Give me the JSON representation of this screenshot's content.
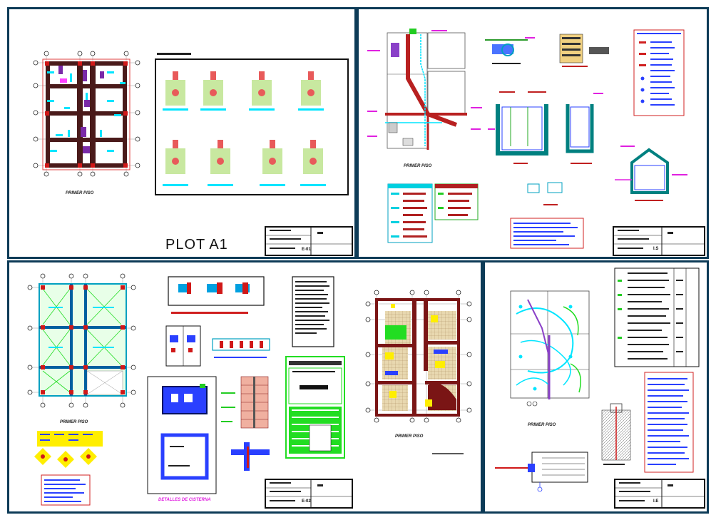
{
  "plot_label": "PLOT A1",
  "sheets": [
    {
      "id": "structural",
      "plan_label": "PRIMER PISO",
      "sheet_code": "E-01"
    },
    {
      "id": "sanitary",
      "plan_label": "PRIMER PISO",
      "sheet_code": "I.S"
    },
    {
      "id": "roof",
      "plan_label": "PRIMER PISO",
      "cistern_label": "DETALLES DE CISTERNA",
      "sheet_code": "E-02"
    },
    {
      "id": "architecture",
      "plan_label": "PRIMER PISO"
    },
    {
      "id": "electrical",
      "plan_label": "PRIMER PISO",
      "sheet_code": "I.E"
    }
  ],
  "colors": {
    "frame": "#0d3b57",
    "wall": "#7a1515",
    "column": "#d01818",
    "cyan": "#00e5ff",
    "purple": "#7a2aa8",
    "green": "#22dd22",
    "blue": "#1a3cff",
    "yellow": "#ffee00",
    "magenta": "#e020e0"
  }
}
